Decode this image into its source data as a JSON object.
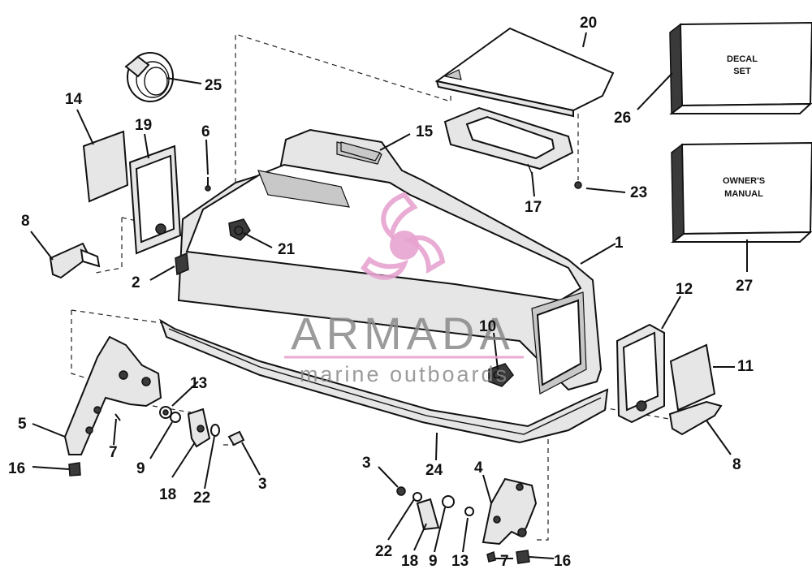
{
  "labels": {
    "l1": "1",
    "l2": "2",
    "l3a": "3",
    "l3b": "3",
    "l4": "4",
    "l5": "5",
    "l6": "6",
    "l7a": "7",
    "l7b": "7",
    "l8a": "8",
    "l8b": "8",
    "l9a": "9",
    "l9b": "9",
    "l10": "10",
    "l11": "11",
    "l12": "12",
    "l13a": "13",
    "l13b": "13",
    "l14": "14",
    "l15": "15",
    "l16a": "16",
    "l16b": "16",
    "l17": "17",
    "l18a": "18",
    "l18b": "18",
    "l19": "19",
    "l20": "20",
    "l21": "21",
    "l22a": "22",
    "l22b": "22",
    "l23": "23",
    "l24": "24",
    "l25": "25",
    "l26": "26",
    "l27": "27"
  },
  "boxes": {
    "decal_line1": "DECAL",
    "decal_line2": "SET",
    "manual_line1": "OWNER'S",
    "manual_line2": "MANUAL"
  },
  "watermark": {
    "brand": "ARMADA",
    "tagline": "marine outboards",
    "brand_color": "#e7a3cf"
  }
}
